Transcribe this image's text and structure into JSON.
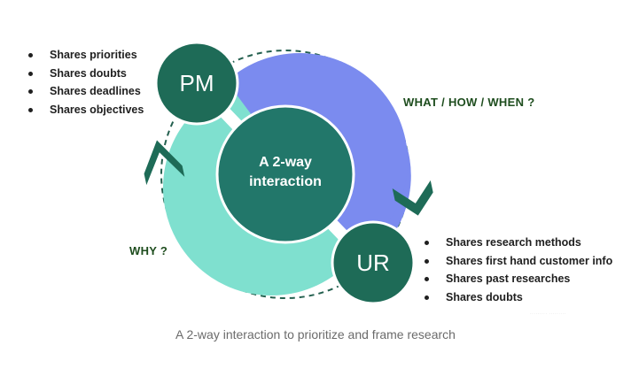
{
  "diagram": {
    "center_label": "A 2-way interaction",
    "pm_node": {
      "label": "PM",
      "items": [
        "Shares priorities",
        "Shares doubts",
        "Shares deadlines",
        "Shares objectives"
      ]
    },
    "ur_node": {
      "label": "UR",
      "items": [
        "Shares research methods",
        "Shares first hand customer info",
        "Shares past researches",
        "Shares doubts"
      ]
    },
    "flow_labels": {
      "top_right": "WHAT / HOW / WHEN ?",
      "bottom_left": "WHY ?"
    },
    "colors": {
      "node_dark_green": "#1e6b57",
      "center_green": "#22776a",
      "blue_half": "#7b8bef",
      "teal_half": "#7fe0cf",
      "dashed_arrow": "#24604f",
      "label_green": "#1e4d1e"
    }
  },
  "caption": "A 2-way interaction to prioritize and frame research",
  "watermark": "·········  ·········"
}
